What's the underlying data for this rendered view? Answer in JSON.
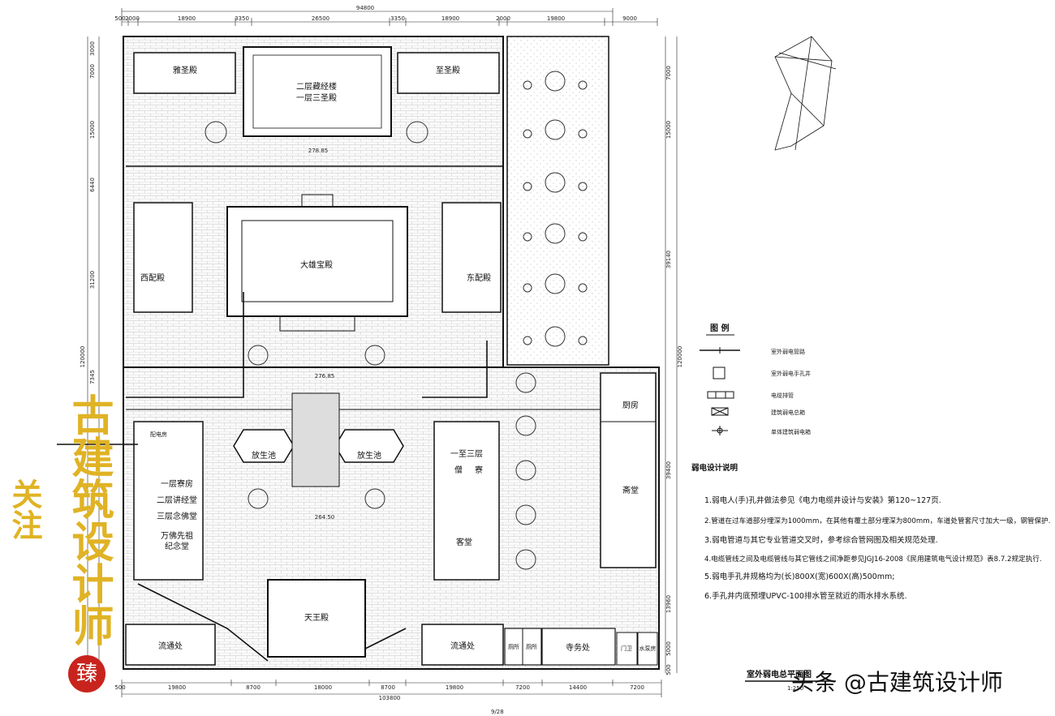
{
  "dimensions": {
    "top_total": "94800",
    "top": [
      "500",
      "2000",
      "18900",
      "3350",
      "26500",
      "3350",
      "18900",
      "2000",
      "19800",
      "9000"
    ],
    "bottom_total": "103800",
    "bottom": [
      "500",
      "19800",
      "8700",
      "18000",
      "8700",
      "19800",
      "7200",
      "14400",
      "7200"
    ],
    "right": [
      "7000",
      "15000",
      "39140",
      "120000",
      "39400",
      "13960",
      "5000",
      "500"
    ],
    "left": [
      "3000",
      "7000",
      "15000",
      "6440",
      "31200",
      "120000",
      "7345"
    ]
  },
  "buildings": {
    "yasheng": "雅圣殿",
    "zhisheng": "至圣殿",
    "cangjing_1": "二层藏经楼",
    "cangjing_2": "一层三圣殿",
    "daxiong": "大雄宝殿",
    "xipei": "西配殿",
    "dongpei": "东配殿",
    "chufang": "厨房",
    "zhaitang": "斋堂",
    "fangsheng_w": "放生池",
    "fangsheng_e": "放生池",
    "liaofang_1": "一层寮房",
    "liaofang_2": "二层讲经堂",
    "liaofang_3": "三层念佛堂",
    "liaofang_4": "万佛先祖",
    "liaofang_5": "纪念堂",
    "east_1": "一至三层",
    "east_2": "僧",
    "east_3": "寮",
    "ketang": "客堂",
    "tianwang": "天王殿",
    "liutong_w": "流通处",
    "liutong_e": "流通处",
    "cesuo_1": "厕所",
    "cesuo_2": "厕所",
    "siwu": "寺务处",
    "menwei": "门卫",
    "shuibeng": "水泵房",
    "peidian": "配电房"
  },
  "elevations": {
    "e1": "278.85",
    "e2": "276.85",
    "e3": "264.50"
  },
  "legend": {
    "title": "图 例",
    "items": [
      {
        "icon": "pipe-route-symbol",
        "label": "室外弱电管路"
      },
      {
        "icon": "hand-hole-symbol",
        "label": "室外弱电手孔井"
      },
      {
        "icon": "cable-duct-symbol",
        "label": "电缆排管"
      },
      {
        "icon": "main-box-symbol",
        "label": "建筑弱电总箱"
      },
      {
        "icon": "unit-box-symbol",
        "label": "单体建筑弱电箱"
      }
    ]
  },
  "notes": {
    "title": "弱电设计说明",
    "items": [
      "1.弱电人(手)孔井做法参见《电力电缆井设计与安装》第120~127页.",
      "2.管道在过车道部分埋深为1000mm，在其他有覆土部分埋深为800mm，车道处管套尺寸加大一级，钢管保护.",
      "3.弱电管道与其它专业管道交叉时，参考综合管网图及相关规范处理.",
      "4.电缆管线之间及电缆管线与其它管线之间净距参见JGJ16-2008《民用建筑电气设计规范》表8.7.2规定执行.",
      "5.弱电手孔井规格均为(长)800X(宽)600X(高)500mm;",
      "6.手孔井内底预埋UPVC-100排水管至就近的雨水排水系统."
    ]
  },
  "drawing_title": "室外弱电总平面图",
  "scale": "1:250",
  "page": "9/28",
  "watermark": {
    "vertical": "古建筑设计师",
    "follow": "关注",
    "seal": "臻",
    "footer": "头条 @古建筑设计师"
  },
  "colors": {
    "gold": "#e0b325",
    "seal": "#c8241d",
    "line": "#111111"
  }
}
